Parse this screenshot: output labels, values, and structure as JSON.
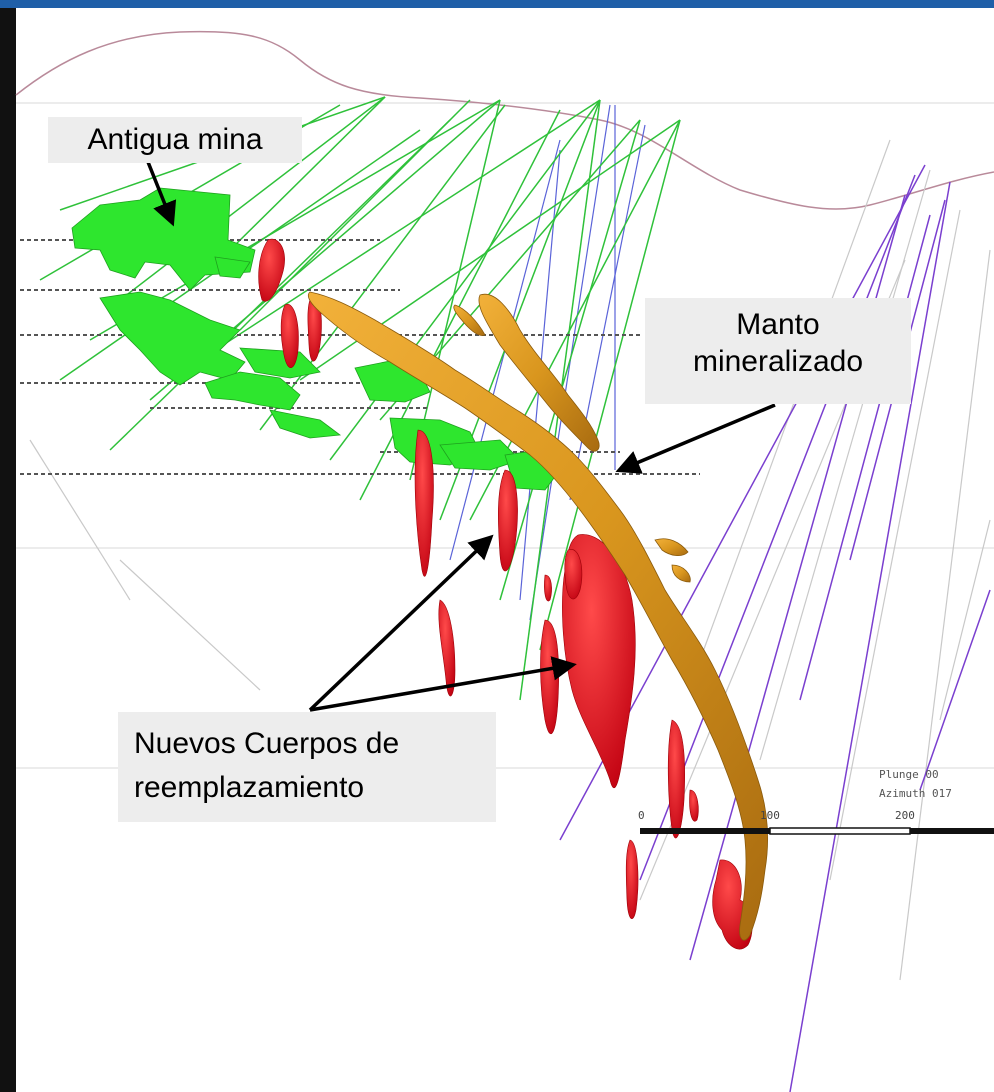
{
  "labels": {
    "old_mine": "Antigua mina",
    "manto_line1": "Manto",
    "manto_line2": "mineralizado",
    "new_bodies_line1": "Nuevos Cuerpos de",
    "new_bodies_line2": "reemplazamiento"
  },
  "view": {
    "plunge": "Plunge 00",
    "azimuth": "Azimuth 017"
  },
  "scale_bar": {
    "ticks": [
      "0",
      "100",
      "200"
    ]
  },
  "colors": {
    "frame_top": "#1f5fa8",
    "frame_left": "#111111",
    "old_mine_workings": "#2ee62e",
    "manto_body": "#d9961e",
    "replacement_bodies": "#e8141c",
    "drillholes_green": "#2fc13a",
    "drillholes_blue": "#5a63d8",
    "drillholes_purple": "#7a3fcf",
    "topography": "#b98a9a",
    "label_background": "#ededed"
  }
}
